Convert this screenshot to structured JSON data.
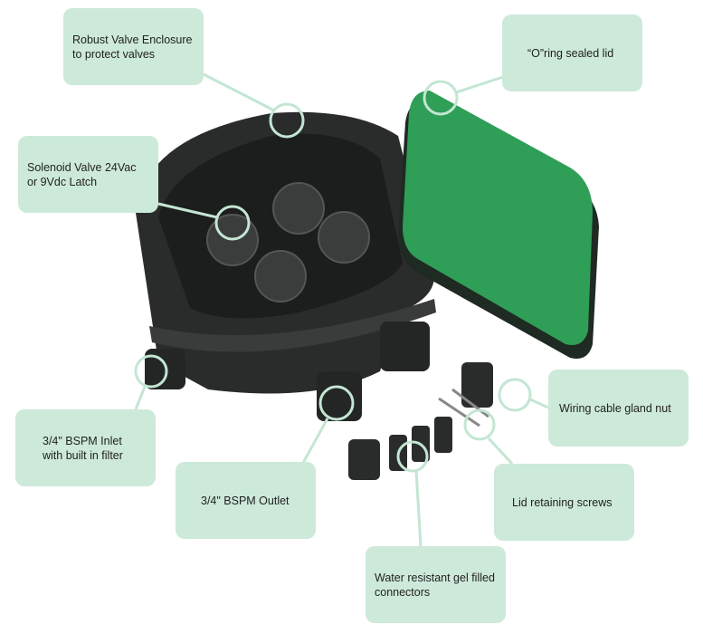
{
  "colors": {
    "callout": "#cde9da",
    "marker": "#c3e6d3",
    "enclosure": "#2a2c2b",
    "lid": "#2f9e57"
  },
  "callouts": [
    {
      "id": "enclosure",
      "lines": [
        "Robust Valve Enclosure",
        "to protect valves"
      ]
    },
    {
      "id": "oring",
      "lines": [
        "“O”ring sealed lid"
      ]
    },
    {
      "id": "solenoid",
      "lines": [
        "Solenoid Valve 24Vac",
        "or 9Vdc Latch"
      ]
    },
    {
      "id": "inlet",
      "lines": [
        "3/4\" BSPM Inlet",
        "with built in filter"
      ]
    },
    {
      "id": "outlet",
      "lines": [
        "3/4\" BSPM Outlet"
      ]
    },
    {
      "id": "gland",
      "lines": [
        "Wiring cable gland nut"
      ]
    },
    {
      "id": "screws",
      "lines": [
        "Lid retaining screws"
      ]
    },
    {
      "id": "gel",
      "lines": [
        "Water resistant gel filled",
        "connectors"
      ]
    }
  ]
}
